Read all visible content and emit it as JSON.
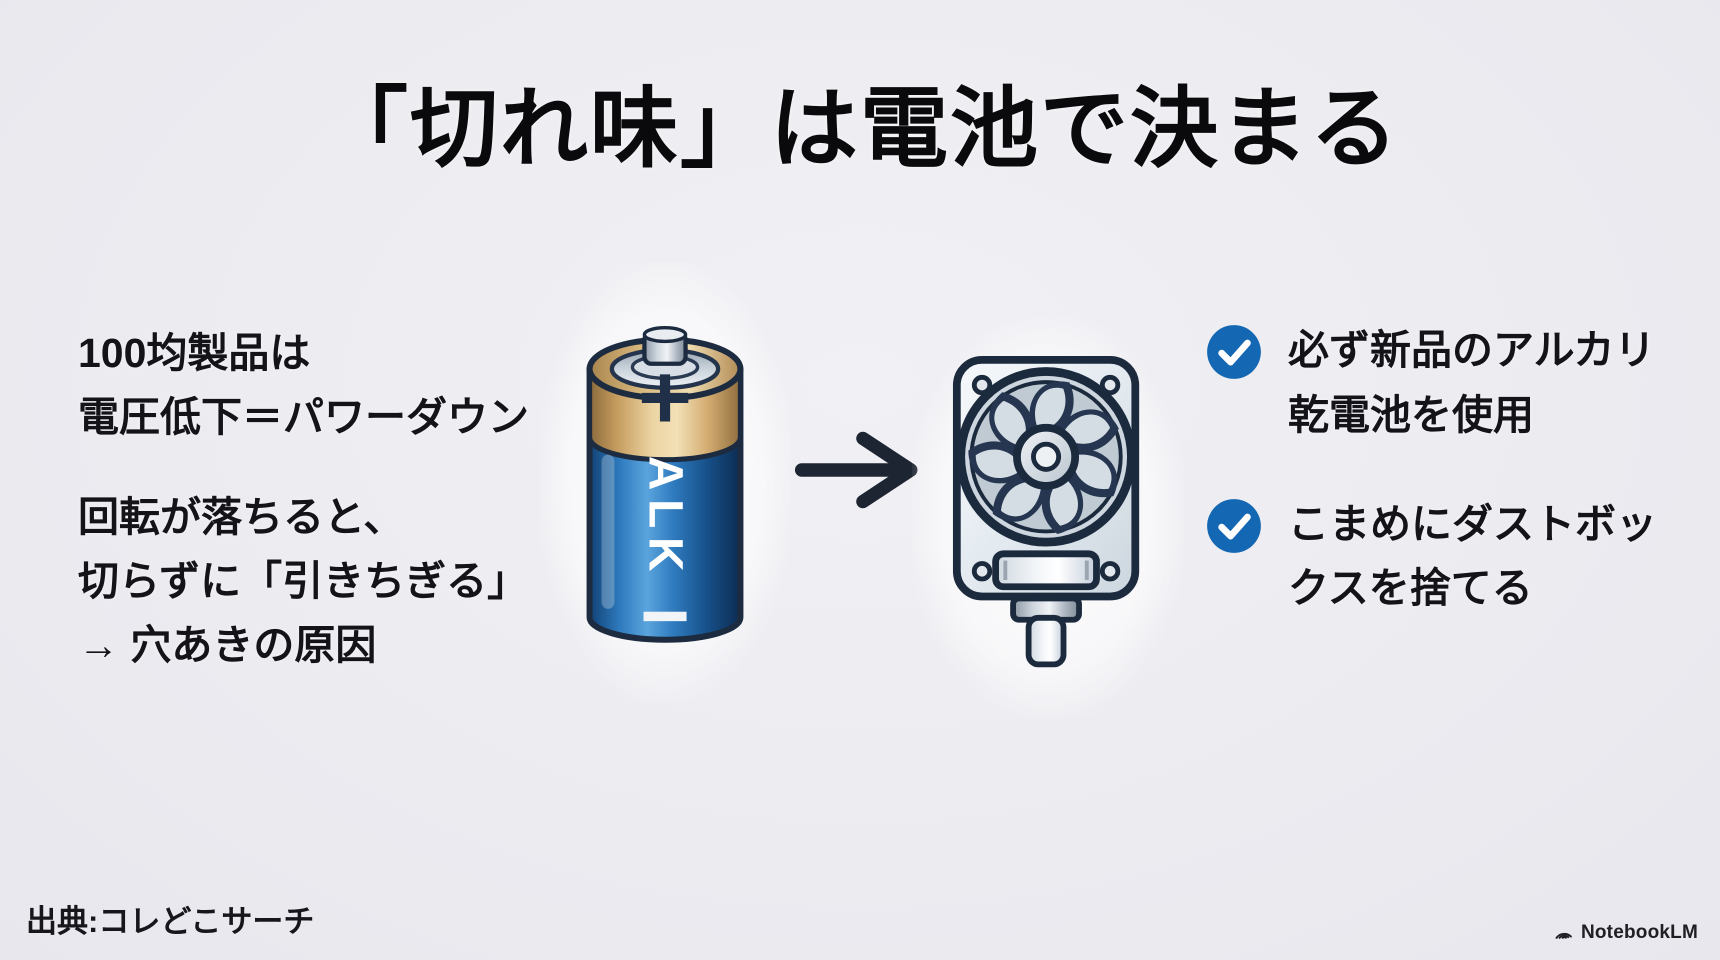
{
  "slide": {
    "title": "「切れ味」は電池で決まる",
    "source_label": "出典:コレどこサーチ",
    "brand_label": "NotebookLM"
  },
  "left_panel": {
    "block1": "100均製品は\n電圧低下＝パワーダウン",
    "block2": "回転が落ちると、\n切らずに「引きちぎる」\n→ 穴あきの原因"
  },
  "battery": {
    "label": "ALK",
    "plus_symbol": "+",
    "minus_symbol": "−"
  },
  "checklist": [
    {
      "icon": "check-circle-icon",
      "text": "必ず新品のアルカリ\n乾電池を使用"
    },
    {
      "icon": "check-circle-icon",
      "text": "こまめにダストボッ\nクスを捨てる"
    }
  ],
  "icons": {
    "arrow_right": "→",
    "checkmark": "✓",
    "notebooklm_logo": "nested-arcs"
  },
  "colors": {
    "background": "#ededf2",
    "text": "#141418",
    "outline_navy": "#1d2b40",
    "battery_blue": "#2e7abd",
    "battery_gold": "#d4ad72",
    "check_blue": "#1467b2"
  }
}
